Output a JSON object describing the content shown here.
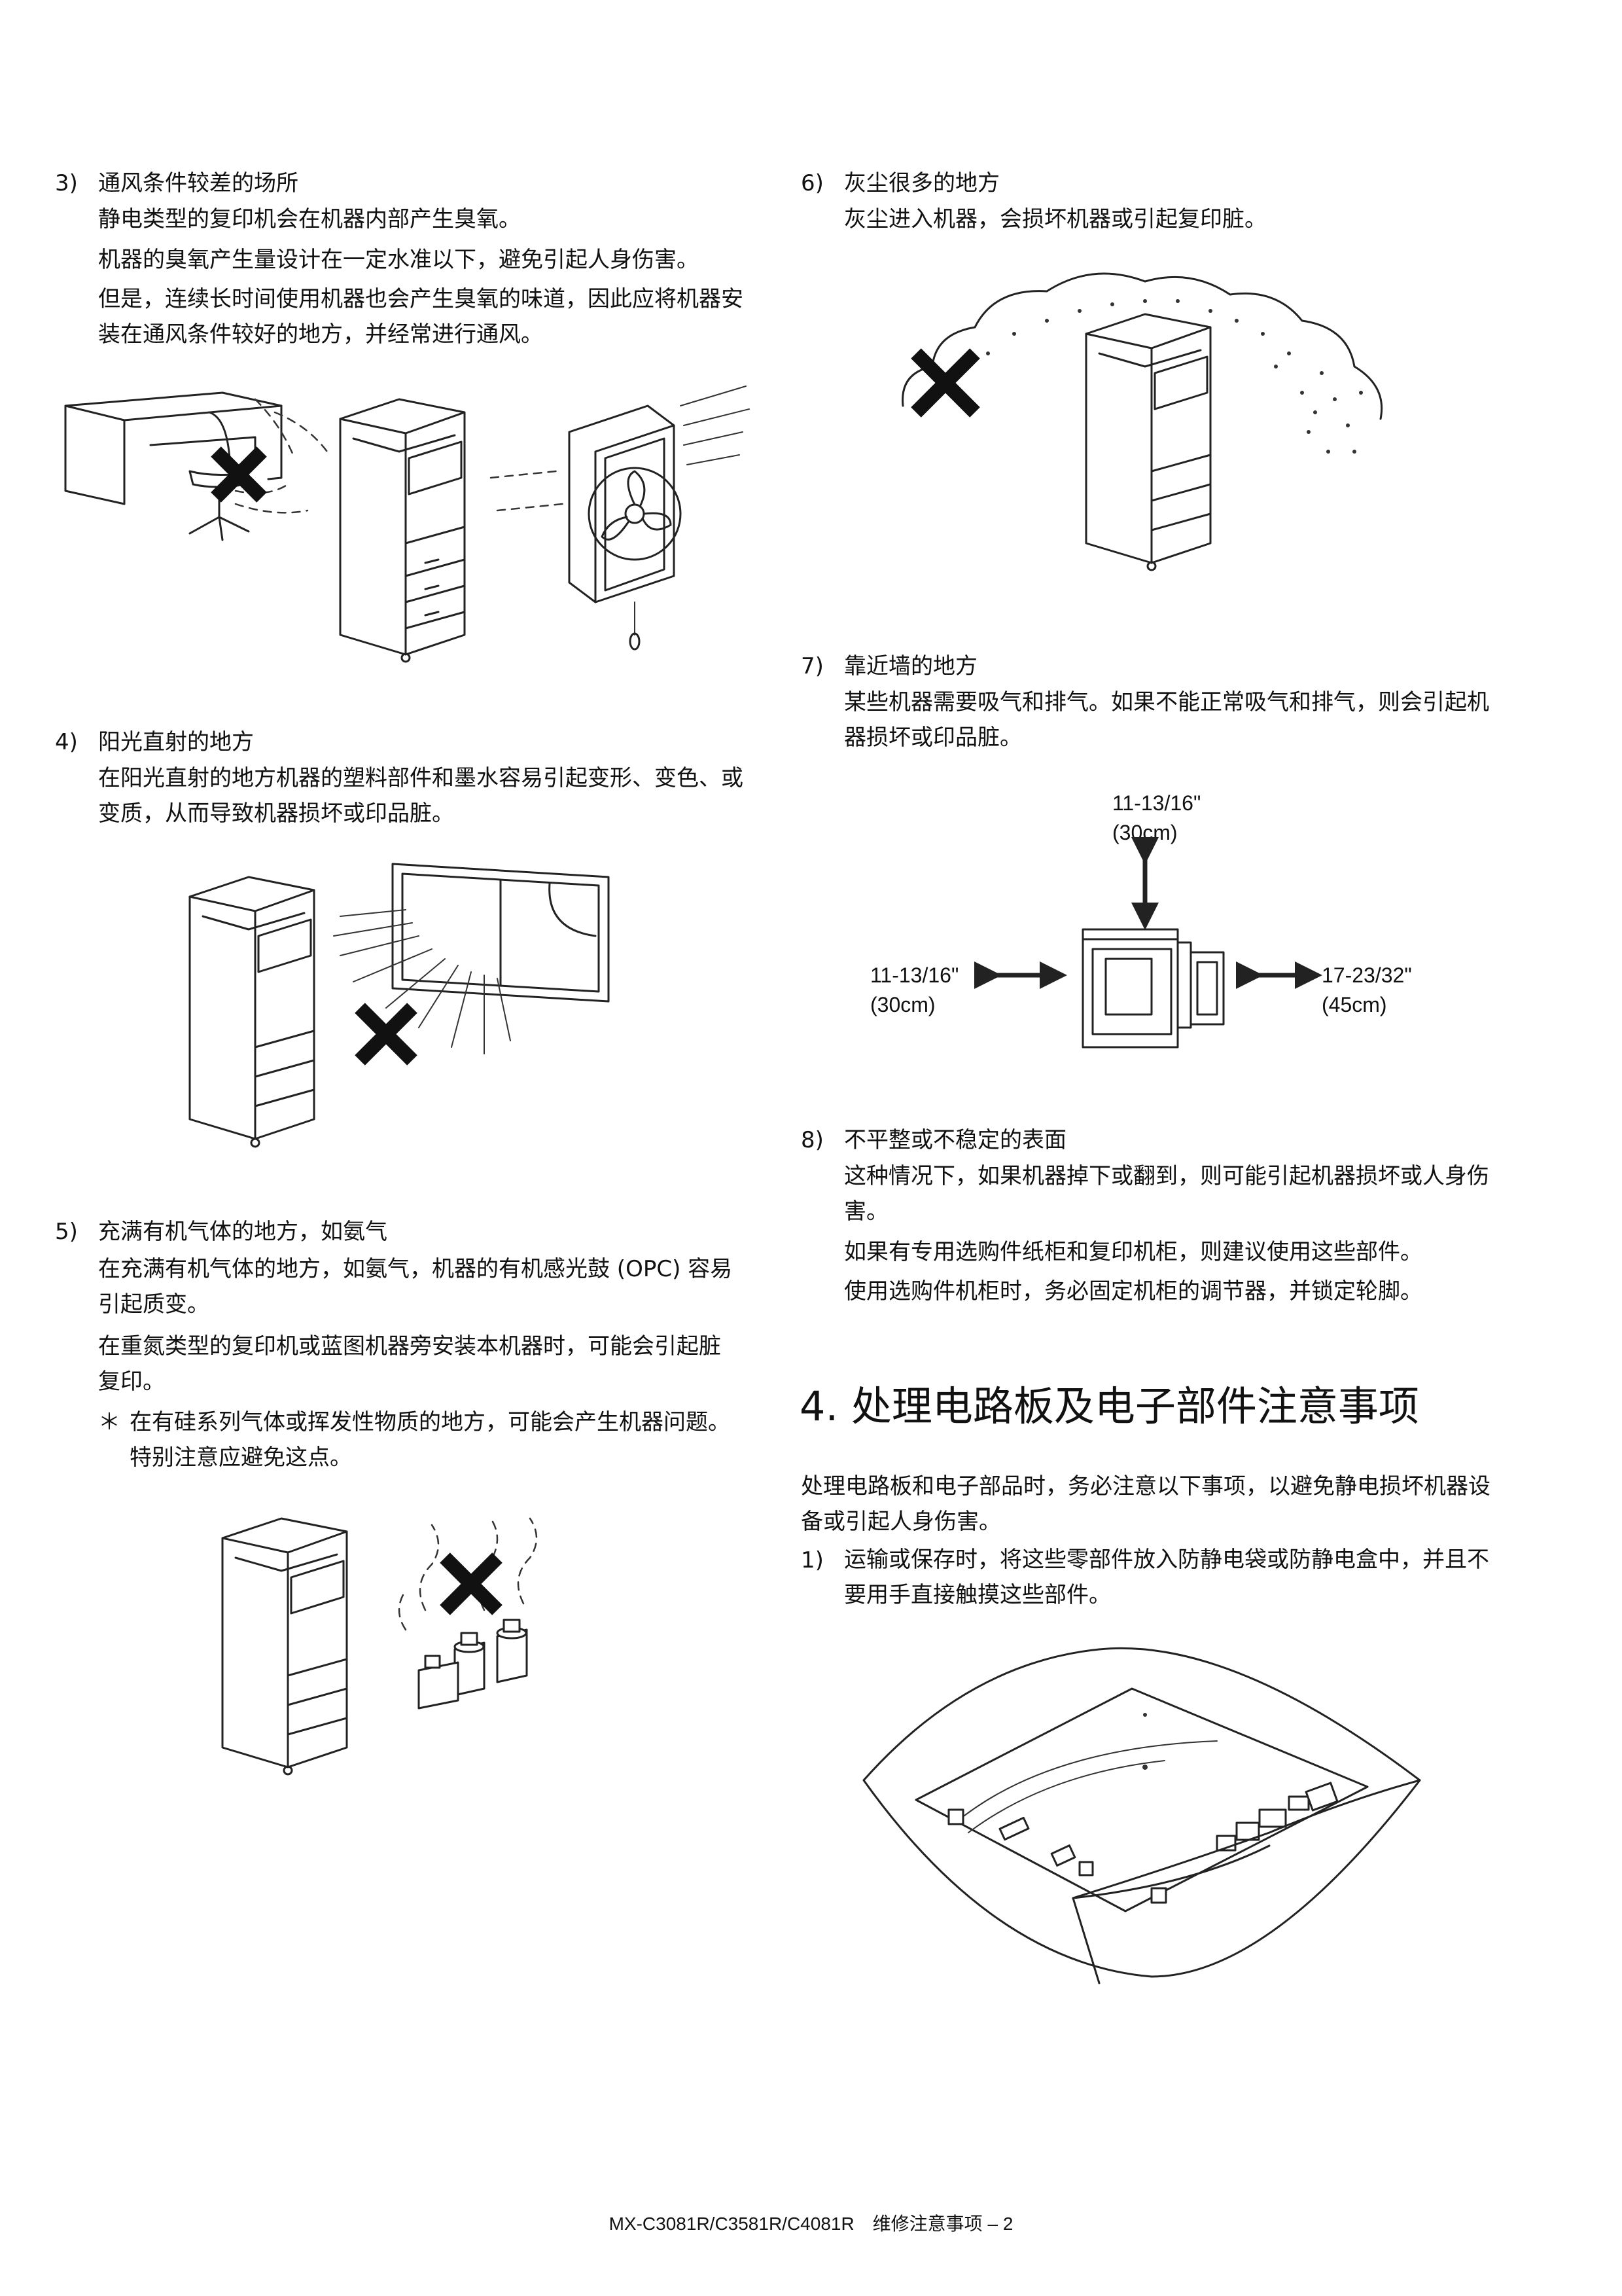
{
  "items": {
    "item3": {
      "num": "3)",
      "title": "通风条件较差的场所",
      "p1": "静电类型的复印机会在机器内部产生臭氧。",
      "p2": "机器的臭氧产生量设计在一定水准以下，避免引起人身伤害。",
      "p3": "但是，连续长时间使用机器也会产生臭氧的味道，因此应将机器安装在通风条件较好的地方，并经常进行通风。"
    },
    "item4": {
      "num": "4)",
      "title": "阳光直射的地方",
      "p1": "在阳光直射的地方机器的塑料部件和墨水容易引起变形、变色、或变质，从而导致机器损坏或印品脏。"
    },
    "item5": {
      "num": "5)",
      "title": "充满有机气体的地方，如氨气",
      "p1": "在充满有机气体的地方，如氨气，机器的有机感光鼓 (OPC) 容易引起质变。",
      "p2": "在重氮类型的复印机或蓝图机器旁安装本机器时，可能会引起脏复印。",
      "note_mark": "＊",
      "note": "在有硅系列气体或挥发性物质的地方，可能会产生机器问题。特别注意应避免这点。"
    },
    "item6": {
      "num": "6)",
      "title": "灰尘很多的地方",
      "p1": "灰尘进入机器，会损坏机器或引起复印脏。"
    },
    "item7": {
      "num": "7)",
      "title": "靠近墙的地方",
      "p1": "某些机器需要吸气和排气。如果不能正常吸气和排气，则会引起机器损坏或印品脏。",
      "dim_top_a": "11-13/16\"",
      "dim_top_b": "(30cm)",
      "dim_left_a": "11-13/16\"",
      "dim_left_b": "(30cm)",
      "dim_right_a": "17-23/32\"",
      "dim_right_b": "(45cm)"
    },
    "item8": {
      "num": "8)",
      "title": "不平整或不稳定的表面",
      "p1": "这种情况下，如果机器掉下或翻到，则可能引起机器损坏或人身伤害。",
      "p2": "如果有专用选购件纸柜和复印机柜，则建议使用这些部件。",
      "p3": "使用选购件机柜时，务必固定机柜的调节器，并锁定轮脚。"
    }
  },
  "section4": {
    "title": "4. 处理电路板及电子部件注意事项",
    "intro": "处理电路板和电子部品时，务必注意以下事项，以避免静电损坏机器设备或引起人身伤害。",
    "item1_num": "1)",
    "item1": "运输或保存时，将这些零部件放入防静电袋或防静电盒中，并且不要用手直接触摸这些部件。"
  },
  "footer": "MX-C3081R/C3581R/C4081R　维修注意事项 – 2"
}
